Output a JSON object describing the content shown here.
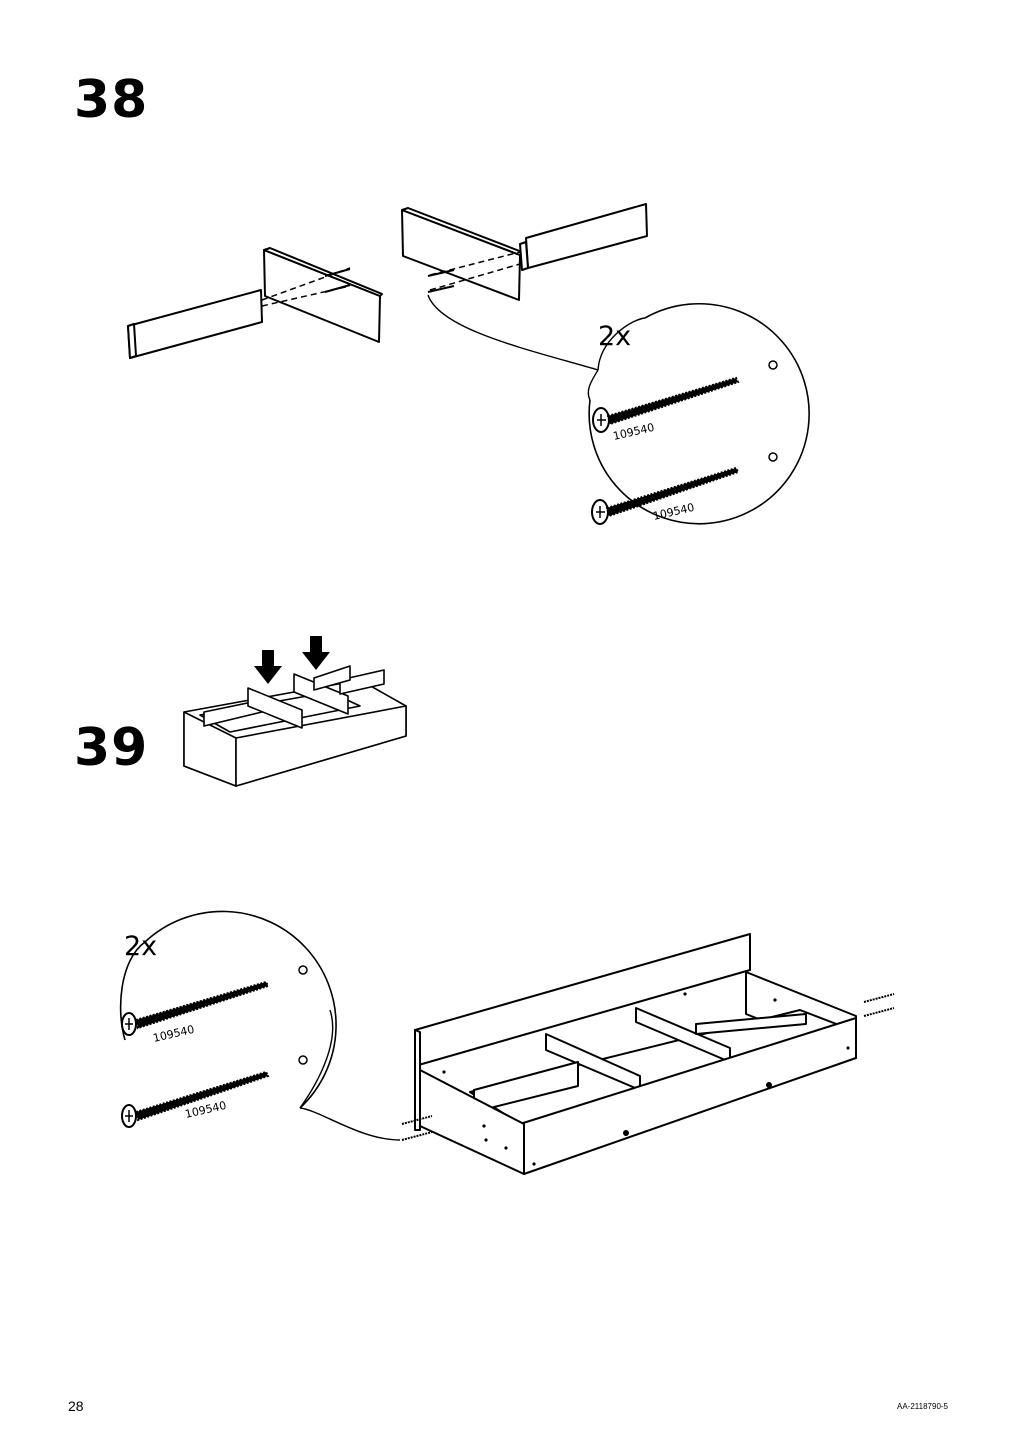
{
  "page": {
    "number": "28",
    "doc_code": "AA-2118790-5"
  },
  "steps": [
    {
      "number": "38",
      "detail": {
        "quantity": "2x",
        "part_numbers": [
          "109540",
          "109540"
        ]
      }
    },
    {
      "number": "39",
      "detail": {
        "quantity": "2x",
        "part_numbers": [
          "109540",
          "109540"
        ]
      }
    }
  ]
}
